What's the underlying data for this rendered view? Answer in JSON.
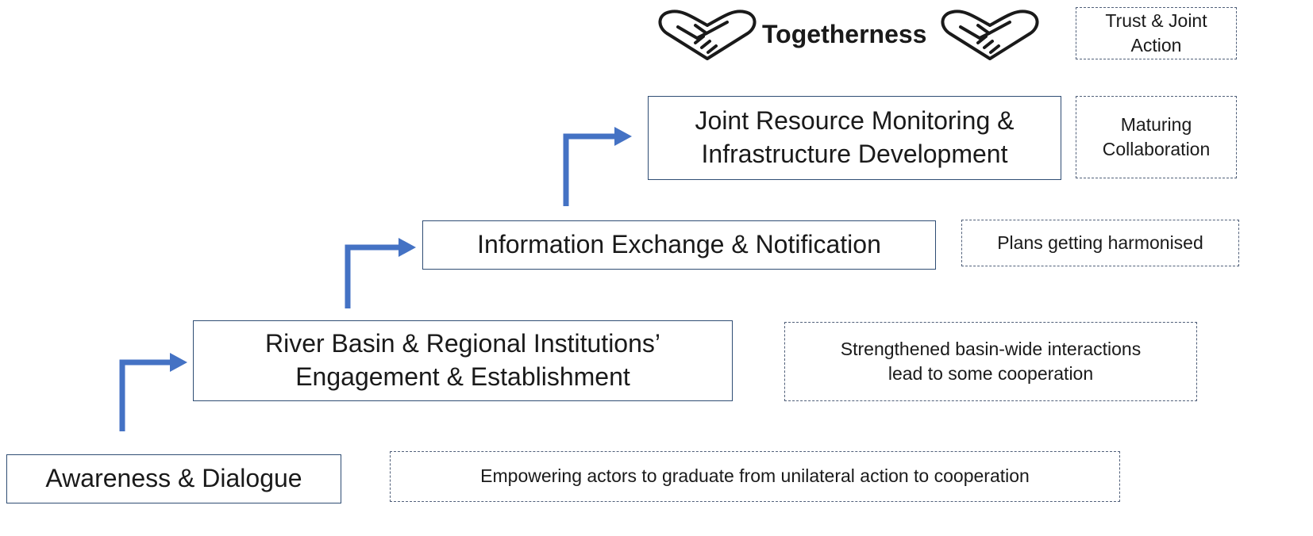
{
  "stages": [
    {
      "text": "Awareness & Dialogue"
    },
    {
      "text": "River Basin & Regional Institutions’\nEngagement & Establishment"
    },
    {
      "text": "Information Exchange & Notification"
    },
    {
      "text": "Joint Resource Monitoring &\nInfrastructure  Development"
    }
  ],
  "outcomes": [
    {
      "text": "Empowering  actors to graduate from unilateral action to cooperation"
    },
    {
      "text": "Strengthened basin-wide interactions\nlead to some cooperation"
    },
    {
      "text": "Plans getting harmonised"
    },
    {
      "text": "Maturing\nCollaboration"
    },
    {
      "text": "Trust & Joint\nAction"
    }
  ],
  "top_label": "Togetherness",
  "colors": {
    "arrow": "#4472c4",
    "box_border": "#2f4d74",
    "note_border": "#51607a"
  },
  "icons": [
    "handshake-heart-icon",
    "handshake-heart-icon"
  ]
}
